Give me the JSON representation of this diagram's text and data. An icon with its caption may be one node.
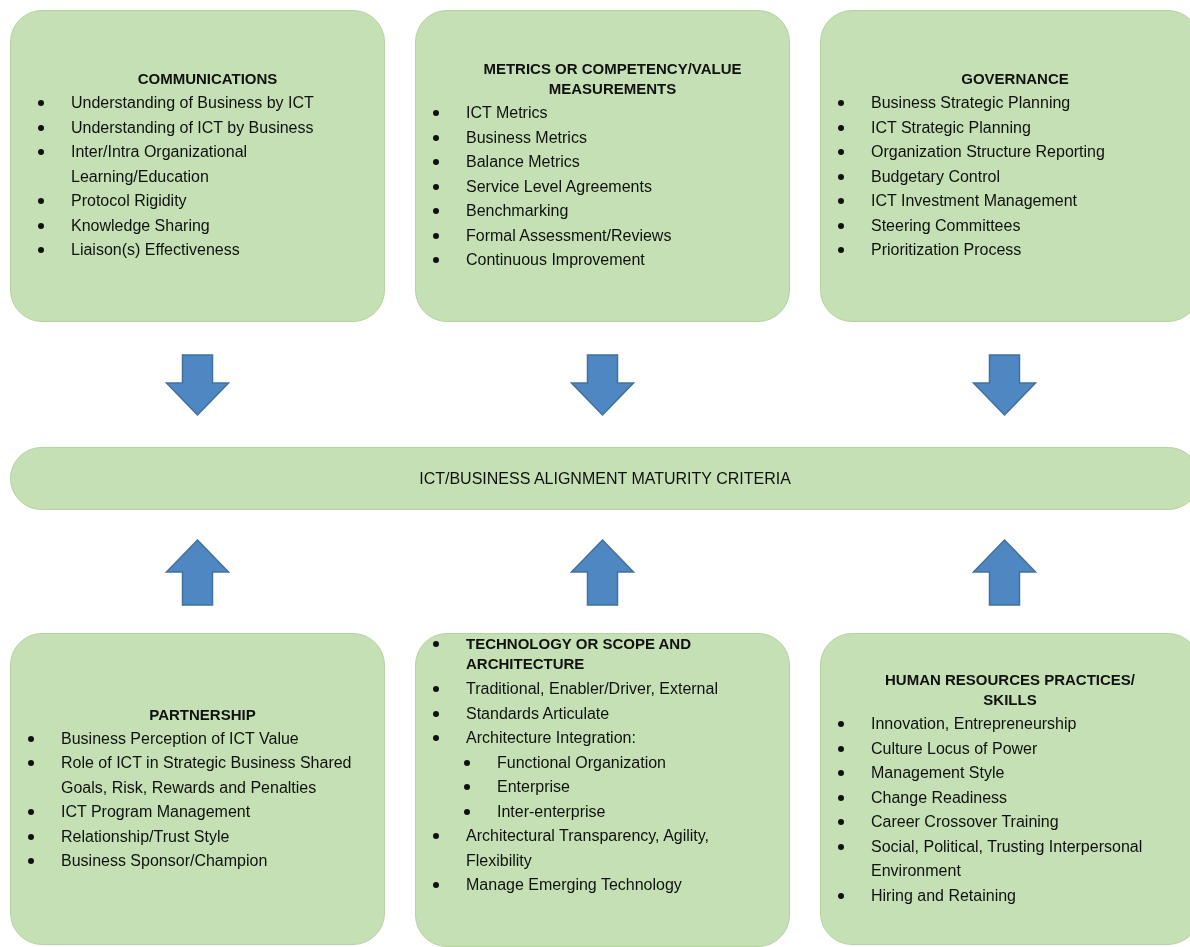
{
  "diagram": {
    "nodes": [
      {
        "text": [
          "COMMUNICATIONS",
          "Understanding of Business by ICT",
          "Understanding of ICT by Business",
          "Inter/Intra Organizational Learning/Education",
          "Protocol Rigidity",
          "Knowledge Sharing",
          "Liaison(s) Effectiveness"
        ]
      },
      {
        "text": [
          "METRICS OR COMPETENCY/VALUE MEASUREMENTS",
          "ICT Metrics",
          "Business Metrics",
          "Balance Metrics",
          "Service Level Agreements",
          "Benchmarking",
          "Formal Assessment/Reviews",
          "Continuous Improvement"
        ]
      },
      {
        "text": [
          "GOVERNANCE",
          "Business Strategic Planning",
          "ICT Strategic Planning",
          "Organization Structure Reporting",
          "Budgetary Control",
          "ICT Investment Management",
          "Steering Committees",
          "Prioritization Process"
        ]
      },
      {
        "text": [
          "ICT/BUSINESS ALIGNMENT MATURITY CRITERIA"
        ]
      },
      {
        "text": [
          "PARTNERSHIP",
          "Business Perception of ICT Value",
          "Role of ICT in Strategic Business Shared Goals, Risk, Rewards and Penalties",
          "ICT Program Management",
          "Relationship/Trust Style",
          "Business Sponsor/Champion"
        ]
      },
      {
        "text": [
          "TECHNOLOGY OR SCOPE AND ARCHITECTURE",
          "Traditional, Enabler/Driver, External",
          "Standards Articulate",
          "Architecture Integration:",
          "Functional Organization",
          "Enterprise",
          "Inter-enterprise",
          "Architectural Transparency, Agility, Flexibility",
          "Manage Emerging Technology"
        ]
      },
      {
        "text": [
          "HUMAN RESOURCES PRACTICES/ SKILLS",
          "Innovation, Entrepreneurship",
          "Culture Locus of Power",
          "Management Style",
          "Change Readiness",
          "Career Crossover Training",
          "Social, Political, Trusting Interpersonal Environment",
          "Hiring and Retaining"
        ]
      }
    ],
    "edges": [
      {
        "from": 0,
        "to": 3,
        "arrow": "to"
      },
      {
        "from": 1,
        "to": 3,
        "arrow": "to"
      },
      {
        "from": 2,
        "to": 3,
        "arrow": "to"
      },
      {
        "from": 4,
        "to": 3,
        "arrow": "to"
      },
      {
        "from": 5,
        "to": 3,
        "arrow": "to"
      },
      {
        "from": 6,
        "to": 3,
        "arrow": "to"
      }
    ]
  }
}
